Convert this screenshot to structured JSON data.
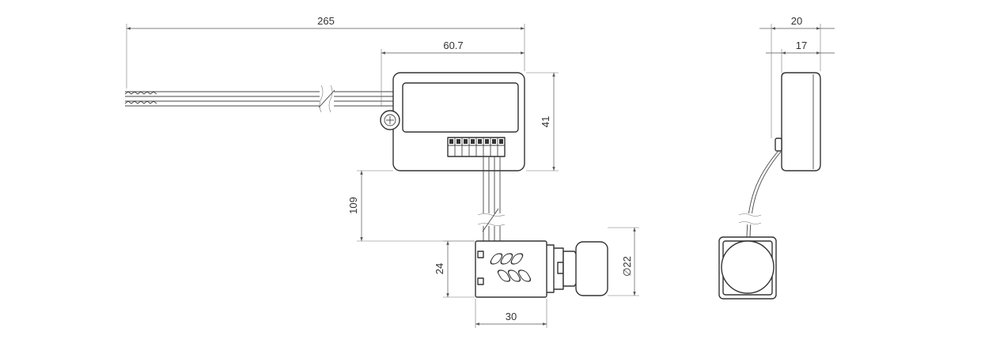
{
  "dimensions": {
    "cable_length": "265",
    "box_width": "60.7",
    "box_height": "41",
    "cable_drop": "109",
    "sensor_height": "24",
    "sensor_length": "30",
    "lens_diameter": "∅22",
    "side_total_depth": "20",
    "side_body_depth": "17"
  }
}
